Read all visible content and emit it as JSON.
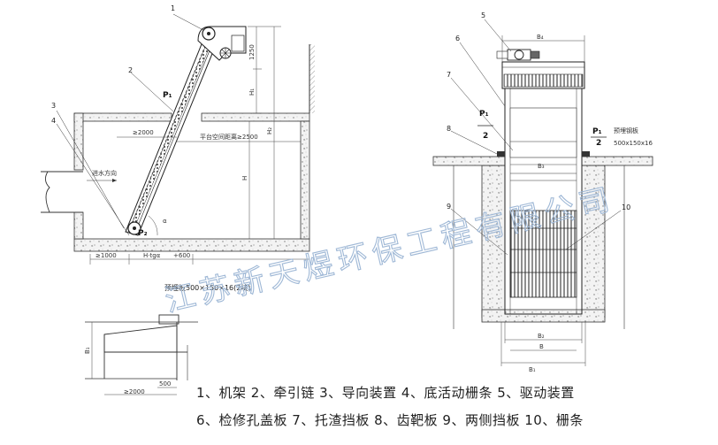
{
  "left_view": {
    "callouts": [
      "1",
      "2",
      "3",
      "4"
    ],
    "p1": "P₁",
    "p2": "P₂",
    "dim_1250": "1250",
    "dim_h1": "H₁",
    "dim_h2": "H₂",
    "dim_h": "H",
    "dim_2000": "≥2000",
    "platform_clear": "平台空间距离≥2500",
    "flow_direction": "进水方向",
    "dim_1000": "≥1000",
    "dim_htg": "H·tgα",
    "dim_600": "+600",
    "alpha": "α",
    "embed_plate": "预埋板500×150×16(2块)"
  },
  "bottom_view": {
    "dim_b1": "B₁",
    "dim_500": "500",
    "dim_2000": "≥2000"
  },
  "right_view": {
    "callouts": [
      "5",
      "6",
      "7",
      "8",
      "9",
      "10"
    ],
    "dim_b4": "B₄",
    "p1": "P₁",
    "two": "2",
    "embed_steel": "预埋钢板",
    "embed_size": "500x150x16",
    "dim_b3": "B₃",
    "dim_b2": "B₂",
    "dim_b": "B",
    "dim_b1": "B₁"
  },
  "watermark": "江苏新天煜环保工程有限公司",
  "legend": {
    "line1": "1、机架 2、牵引链   3、导向装置 4、底活动栅条 5、驱动装置",
    "line2": "6、检修孔盖板 7、托渣挡板 8、齿靶板 9、两侧挡板 10、栅条"
  }
}
